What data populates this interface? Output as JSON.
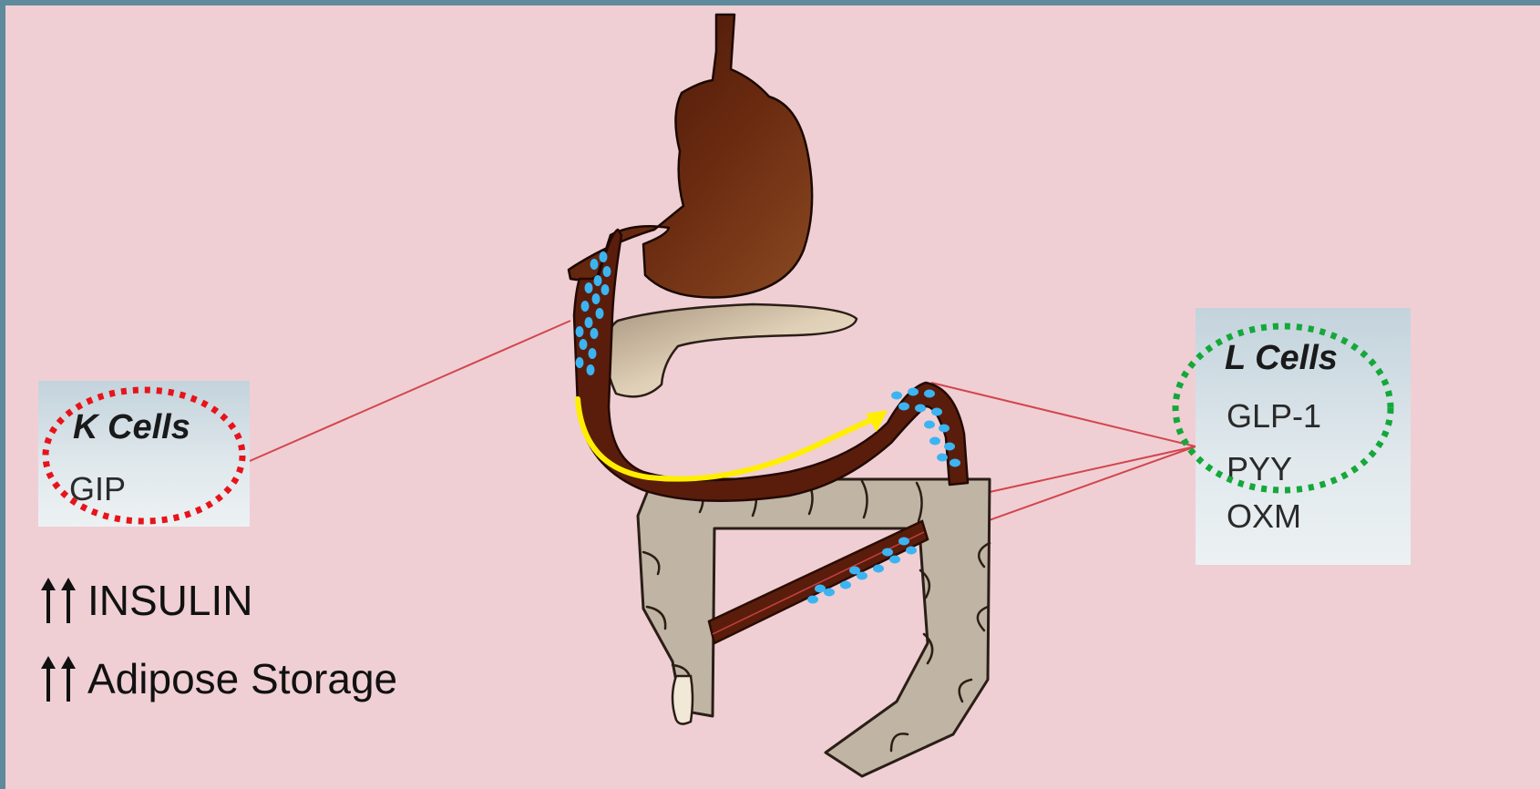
{
  "k_cells": {
    "title": "K Cells",
    "hormone": "GIP",
    "highlight_color": "#e8131a"
  },
  "l_cells": {
    "title": "L Cells",
    "hormones": [
      "GLP-1",
      "PYY",
      "OXM"
    ],
    "highlight_color": "#14a83a"
  },
  "effects": [
    {
      "icon": "double-up-arrow-icon",
      "label": "INSULIN"
    },
    {
      "icon": "double-up-arrow-icon",
      "label": "Adipose Storage"
    }
  ],
  "anatomy": {
    "organs": [
      "esophagus",
      "stomach",
      "pancreas",
      "duodenum",
      "jejunum",
      "ileum",
      "colon",
      "appendix"
    ],
    "colors": {
      "gut_dark": "#5a1d0c",
      "colon": "#c0b4a4",
      "pancreas": "#dccbb2",
      "cell_dots": "#3cb4f2",
      "transit_arrow": "#ffee00",
      "connector_lines": "#d2464e",
      "background": "#efcfd4",
      "frame": "#5e8a9c"
    }
  }
}
